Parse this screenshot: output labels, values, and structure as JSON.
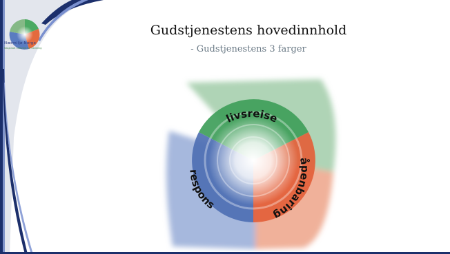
{
  "slide": {
    "title": "Gudstjenestens hovedinnhold",
    "subtitle": "- Gudstjenestens 3 farger",
    "logo": {
      "name": "Nærmiljø Norge",
      "tagline": "Nasjonalt nettverk for utvikling"
    }
  },
  "diagram": {
    "segments": [
      {
        "label": "livsreise",
        "color": "#3f9e5a"
      },
      {
        "label": "åpenbaring",
        "color": "#e3603a"
      },
      {
        "label": "respons",
        "color": "#4e6fb3"
      }
    ]
  },
  "colors": {
    "frame_dark": "#1c2f6b",
    "frame_accent": "#6f86c4"
  }
}
